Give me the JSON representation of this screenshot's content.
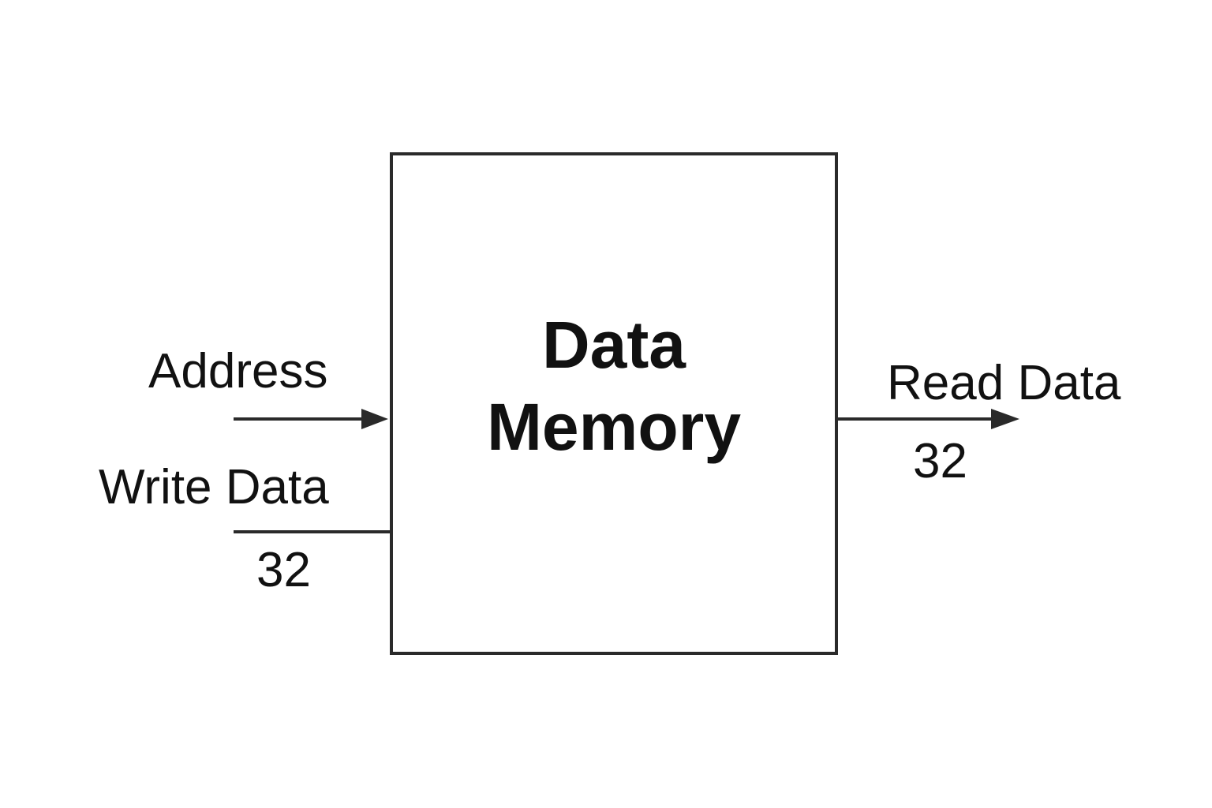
{
  "block": {
    "title_line1": "Data",
    "title_line2": "Memory"
  },
  "ports": {
    "address": {
      "label": "Address"
    },
    "write_data": {
      "label": "Write Data",
      "width": "32"
    },
    "read_data": {
      "label": "Read Data",
      "width": "32"
    }
  },
  "colors": {
    "stroke": "#2a2a2a",
    "text": "#111111",
    "background": "#ffffff"
  }
}
